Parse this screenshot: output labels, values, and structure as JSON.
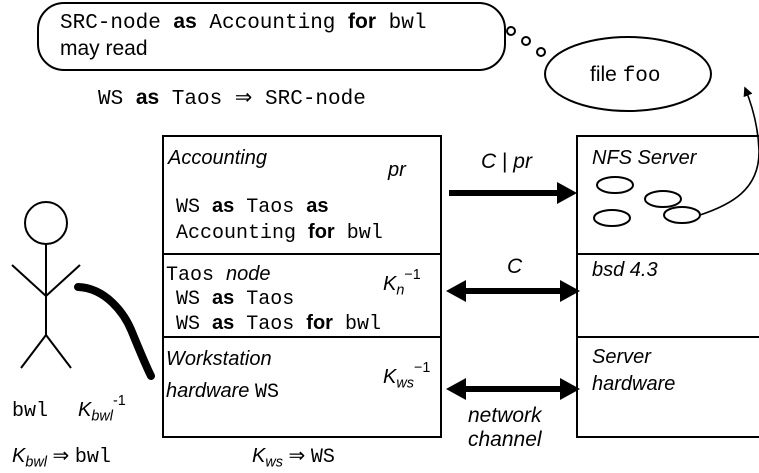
{
  "thought_bubble": {
    "line1": [
      {
        "t": "SRC-node ",
        "s": "mono"
      },
      {
        "t": "as",
        "s": "bold"
      },
      {
        "t": " Accounting ",
        "s": "mono"
      },
      {
        "t": "for",
        "s": "bold"
      },
      {
        "t": " bwl",
        "s": "mono"
      }
    ],
    "line2": [
      {
        "t": "may read",
        "s": "sans"
      }
    ]
  },
  "file_bubble": [
    {
      "t": "file ",
      "s": "sans"
    },
    {
      "t": "foo",
      "s": "mono"
    }
  ],
  "delegation_statement": [
    {
      "t": "WS ",
      "s": "mono"
    },
    {
      "t": "as",
      "s": "bold"
    },
    {
      "t": " Taos ",
      "s": "mono"
    },
    {
      "t": "⇒",
      "s": "sans"
    },
    {
      "t": " SRC-node",
      "s": "mono"
    }
  ],
  "workstation": {
    "accounting": {
      "title": [
        {
          "t": "Accounting",
          "s": "italic"
        }
      ],
      "key": [
        {
          "t": "pr",
          "s": "italic"
        }
      ],
      "line1": [
        {
          "t": "WS ",
          "s": "mono"
        },
        {
          "t": "as",
          "s": "bold"
        },
        {
          "t": " Taos ",
          "s": "mono"
        },
        {
          "t": "as",
          "s": "bold"
        }
      ],
      "line2": [
        {
          "t": "Accounting ",
          "s": "mono"
        },
        {
          "t": "for",
          "s": "bold"
        },
        {
          "t": " bwl",
          "s": "mono"
        }
      ]
    },
    "taos": {
      "title": [
        {
          "t": "Taos ",
          "s": "mono"
        },
        {
          "t": "node",
          "s": "italic"
        }
      ],
      "key": [
        {
          "t": "K",
          "s": "italic"
        },
        {
          "t": "n",
          "s": "italic-sub"
        },
        {
          "t": "−1",
          "s": "sup"
        }
      ],
      "line1": [
        {
          "t": "WS ",
          "s": "mono"
        },
        {
          "t": "as",
          "s": "bold"
        },
        {
          "t": " Taos",
          "s": "mono"
        }
      ],
      "line2": [
        {
          "t": "WS ",
          "s": "mono"
        },
        {
          "t": "as",
          "s": "bold"
        },
        {
          "t": " Taos ",
          "s": "mono"
        },
        {
          "t": "for",
          "s": "bold"
        },
        {
          "t": " bwl",
          "s": "mono"
        }
      ]
    },
    "hardware": {
      "title": [
        {
          "t": "Workstation",
          "s": "italic"
        }
      ],
      "line2": [
        {
          "t": "hardware ",
          "s": "italic"
        },
        {
          "t": "WS",
          "s": "mono"
        }
      ],
      "key": [
        {
          "t": "K",
          "s": "italic"
        },
        {
          "t": "ws",
          "s": "italic-sub"
        },
        {
          "t": "−1",
          "s": "sup"
        }
      ]
    }
  },
  "server": {
    "nfs": [
      {
        "t": "NFS Server",
        "s": "italic"
      }
    ],
    "bsd": [
      {
        "t": "bsd 4.3",
        "s": "italic"
      }
    ],
    "hardware_line1": [
      {
        "t": "Server",
        "s": "italic"
      }
    ],
    "hardware_line2": [
      {
        "t": "hardware",
        "s": "italic"
      }
    ]
  },
  "arrows": {
    "top": [
      {
        "t": "C",
        "s": "italic"
      },
      {
        "t": " | ",
        "s": "sans"
      },
      {
        "t": "pr",
        "s": "italic"
      }
    ],
    "middle": [
      {
        "t": "C",
        "s": "italic"
      }
    ],
    "bottom_line1": [
      {
        "t": "network",
        "s": "italic"
      }
    ],
    "bottom_line2": [
      {
        "t": "channel",
        "s": "italic"
      }
    ]
  },
  "user": {
    "name": [
      {
        "t": "bwl",
        "s": "mono"
      }
    ],
    "key": [
      {
        "t": "K",
        "s": "italic"
      },
      {
        "t": "bwl",
        "s": "italic-sub"
      },
      {
        "t": "-1",
        "s": "sup"
      }
    ],
    "binding": [
      {
        "t": "K",
        "s": "italic"
      },
      {
        "t": "bwl",
        "s": "italic-sub"
      },
      {
        "t": " ⇒ ",
        "s": "sans"
      },
      {
        "t": "bwl",
        "s": "mono"
      }
    ]
  },
  "ws_binding": [
    {
      "t": "K",
      "s": "italic"
    },
    {
      "t": "ws",
      "s": "italic-sub"
    },
    {
      "t": " ⇒ ",
      "s": "sans"
    },
    {
      "t": "WS",
      "s": "mono"
    }
  ]
}
